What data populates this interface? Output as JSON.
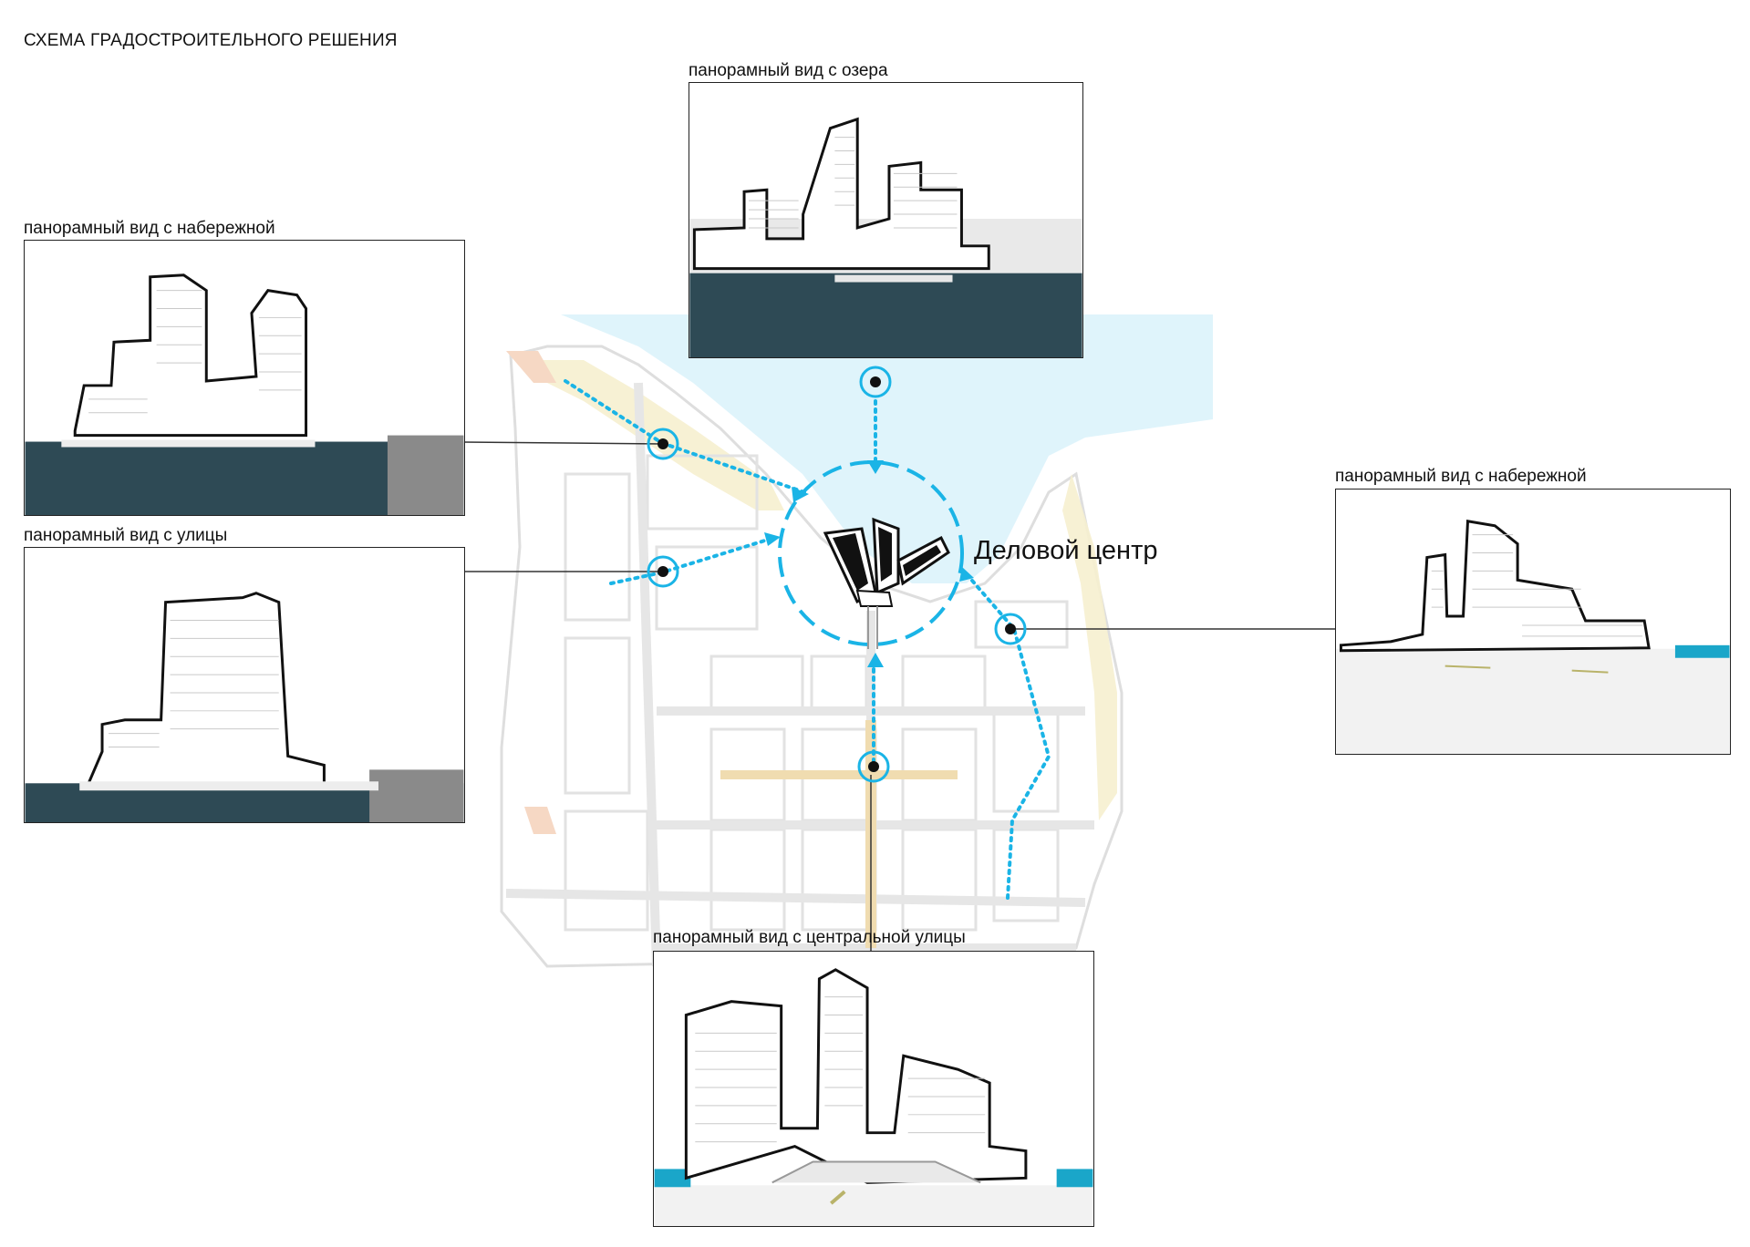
{
  "title": "СХЕМА ГРАДОСТРОИТЕЛЬНОГО РЕШЕНИЯ",
  "center_label": "Деловой центр",
  "views": {
    "lake": "панорамный вид с озера",
    "embankment_left": "панорамный вид с набережной",
    "street": "панорамный вид с улицы",
    "embankment_right": "панорамный вид с набережной",
    "central_street": "панорамный вид с центральной улицы"
  },
  "colors": {
    "accent": "#1ab4e6",
    "water_dark": "#2e4a55",
    "water_light": "#dff4fb",
    "road": "#e6e6e6",
    "zone_yellow": "#f6efcf",
    "zone_orange": "#f6d8c4"
  }
}
